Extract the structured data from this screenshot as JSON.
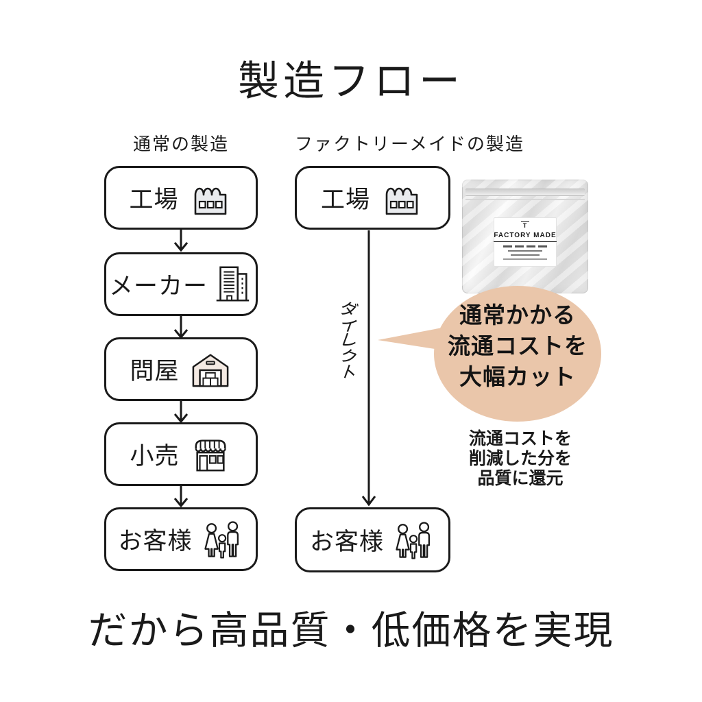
{
  "page": {
    "background": "#ffffff",
    "text_color": "#1a1a1a"
  },
  "title": "製造フロー",
  "left_flow": {
    "header": "通常の製造",
    "steps": [
      {
        "label": "工場",
        "icon": "factory-icon"
      },
      {
        "label": "メーカー",
        "icon": "office-building-icon"
      },
      {
        "label": "問屋",
        "icon": "warehouse-icon"
      },
      {
        "label": "小売",
        "icon": "store-icon"
      },
      {
        "label": "お客様",
        "icon": "family-icon"
      }
    ]
  },
  "right_flow": {
    "header": "ファクトリーメイドの製造",
    "steps": [
      {
        "label": "工場",
        "icon": "factory-icon"
      },
      {
        "label": "お客様",
        "icon": "family-icon"
      }
    ],
    "arrow_label": "ダイレクト"
  },
  "package": {
    "logo": "T",
    "brand": "FACTORY MADE"
  },
  "bubble": {
    "color": "#eac6aa",
    "lines": [
      "通常かかる",
      "流通コストを",
      "大幅カット"
    ]
  },
  "note": {
    "lines": [
      "流通コストを",
      "削減した分を",
      "品質に還元"
    ]
  },
  "tagline": "だから高品質・低価格を実現"
}
